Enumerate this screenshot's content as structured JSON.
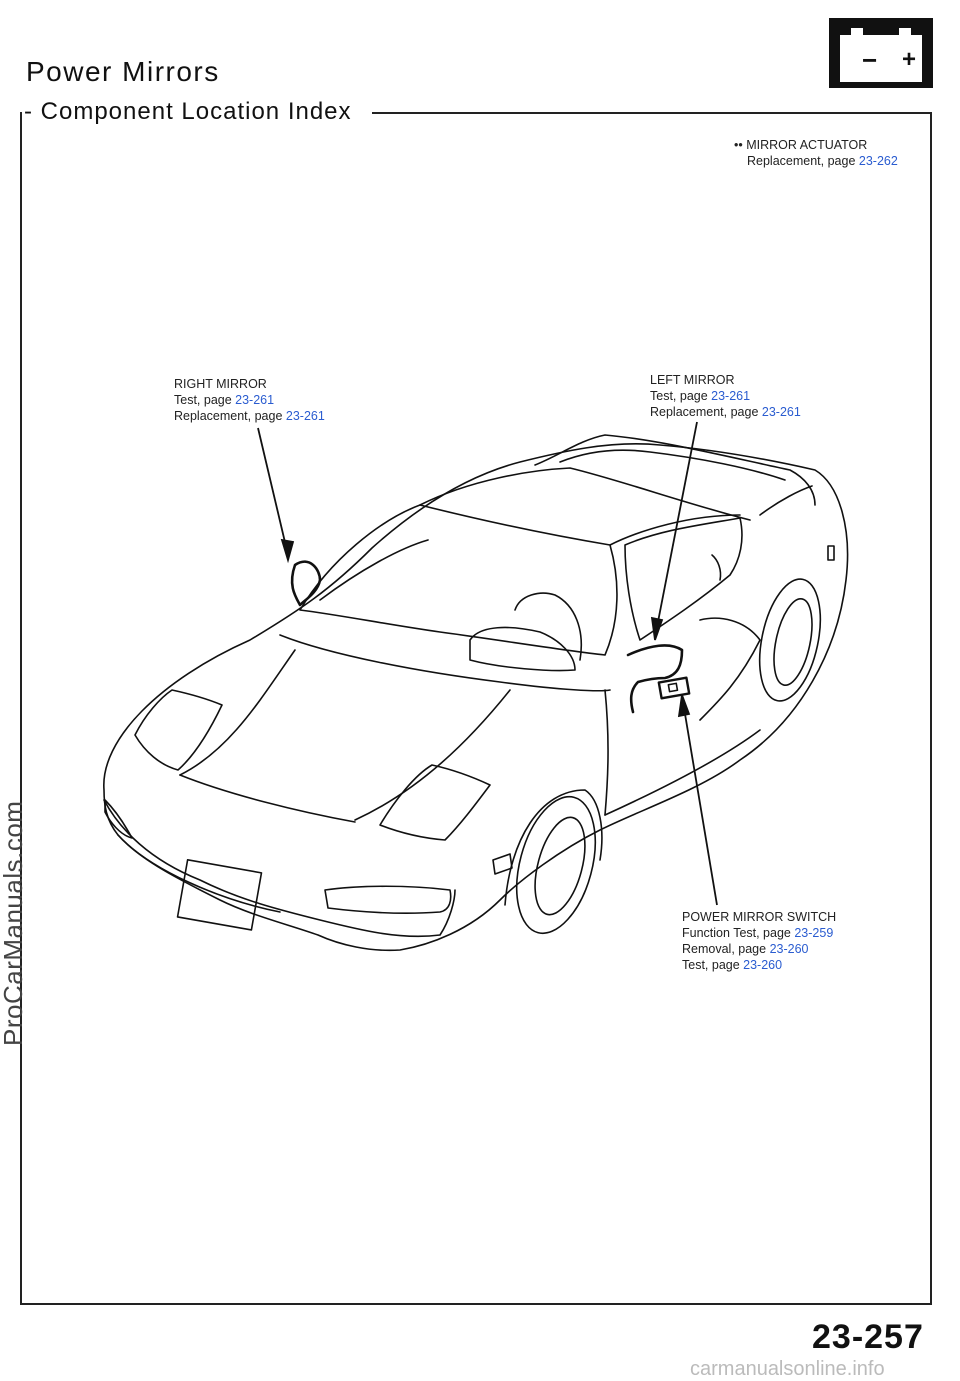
{
  "header": {
    "title": "Power Mirrors",
    "subtitle": "- Component Location Index"
  },
  "battery_icon": {
    "name": "battery-icon",
    "minus": "−",
    "plus": "+"
  },
  "callouts": {
    "mirror_actuator": {
      "heading": "MIRROR ACTUATOR",
      "line1_text": "Replacement, page ",
      "line1_page": "23-262"
    },
    "right_mirror": {
      "heading": "RIGHT MIRROR",
      "line1_text": "Test, page ",
      "line1_page": "23-261",
      "line2_text": "Replacement, page ",
      "line2_page": "23-261"
    },
    "left_mirror": {
      "heading": "LEFT MIRROR",
      "line1_text": "Test, page ",
      "line1_page": "23-261",
      "line2_text": "Replacement, page ",
      "line2_page": "23-261"
    },
    "power_mirror_switch": {
      "heading": "POWER MIRROR SWITCH",
      "line1_text": "Function Test, page ",
      "line1_page": "23-259",
      "line2_text": "Removal, page ",
      "line2_page": "23-260",
      "line3_text": "Test, page ",
      "line3_page": "23-260"
    }
  },
  "watermark_side": "ProCarManuals.com",
  "page_number": "23-257",
  "watermark_footer": "carmanualsonline.info",
  "colors": {
    "link": "#2a5cd0",
    "ink": "#111111"
  }
}
